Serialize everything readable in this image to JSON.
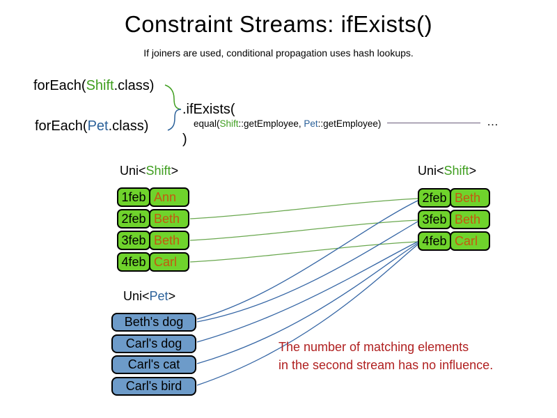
{
  "slide": {
    "title": "Constraint Streams: ifExists()",
    "subtitle": "If joiners are used, conditional propagation uses hash lookups."
  },
  "code": {
    "foreach_shift": {
      "pre": "forEach(",
      "type": "Shift",
      "post": ".class)"
    },
    "foreach_pet": {
      "pre": "forEach(",
      "type": "Pet",
      "post": ".class)"
    },
    "if_exists": ".ifExists(",
    "equal": {
      "pre": "equal(",
      "type1": "Shift",
      "mid": "::getEmployee, ",
      "type2": "Pet",
      "post": "::getEmployee)"
    },
    "close_paren": ")",
    "ellipsis": "…"
  },
  "labels": {
    "shift_left": {
      "pre": "Uni<",
      "type": "Shift",
      "post": ">"
    },
    "shift_right": {
      "pre": "Uni<",
      "type": "Shift",
      "post": ">"
    },
    "pet": {
      "pre": "Uni<",
      "type": "Pet",
      "post": ">"
    }
  },
  "shift_table_left": {
    "rows": [
      {
        "date": "1feb",
        "name": "Ann"
      },
      {
        "date": "2feb",
        "name": "Beth"
      },
      {
        "date": "3feb",
        "name": "Beth"
      },
      {
        "date": "4feb",
        "name": "Carl"
      }
    ]
  },
  "shift_table_right": {
    "rows": [
      {
        "date": "2feb",
        "name": "Beth"
      },
      {
        "date": "3feb",
        "name": "Beth"
      },
      {
        "date": "4feb",
        "name": "Carl"
      }
    ]
  },
  "pet_list": {
    "items": [
      "Beth's dog",
      "Carl's dog",
      "Carl's cat",
      "Carl's bird"
    ]
  },
  "note": {
    "line1": "The number of matching elements",
    "line2": "in the second stream has no influence."
  },
  "colors": {
    "shift_box_green": "#6fd32c",
    "pet_box_blue": "#6d9bc9",
    "type_green": "#3f9e1f",
    "type_blue": "#2a6099",
    "employee_orange": "#c45911",
    "note_red": "#b02020",
    "line_green": "#6aa84f",
    "line_blue": "#3465a4",
    "dash_purple": "#6b5b7b"
  }
}
